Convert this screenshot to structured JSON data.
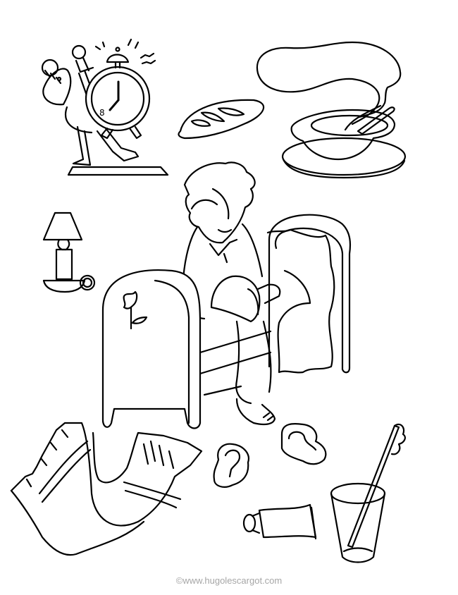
{
  "page": {
    "type": "coloring-page",
    "theme": "morning routine",
    "background_color": "#ffffff",
    "line_color": "#000000"
  },
  "illustrations": [
    {
      "id": "alarm-clock-character",
      "label": "Walking alarm clock with bell",
      "clock_time": "8:00",
      "clock_numeral": "8"
    },
    {
      "id": "bread-loaf",
      "label": "Loaf of bread"
    },
    {
      "id": "steaming-soup-bowl",
      "label": "Steaming bowl on saucer with spoon"
    },
    {
      "id": "candle-lamp",
      "label": "Candlestick lamp with shade"
    },
    {
      "id": "boy-on-bed",
      "label": "Sleepy boy sitting on bed putting on sock"
    },
    {
      "id": "sock",
      "label": "Striped sock on floor"
    },
    {
      "id": "slippers",
      "label": "Pair of slippers"
    },
    {
      "id": "toothpaste-tube",
      "label": "Toothpaste tube"
    },
    {
      "id": "glass-with-toothbrush",
      "label": "Glass with toothbrush"
    }
  ],
  "watermark": {
    "text": "©www.hugolescargot.com",
    "color": "#a6a6a6"
  }
}
